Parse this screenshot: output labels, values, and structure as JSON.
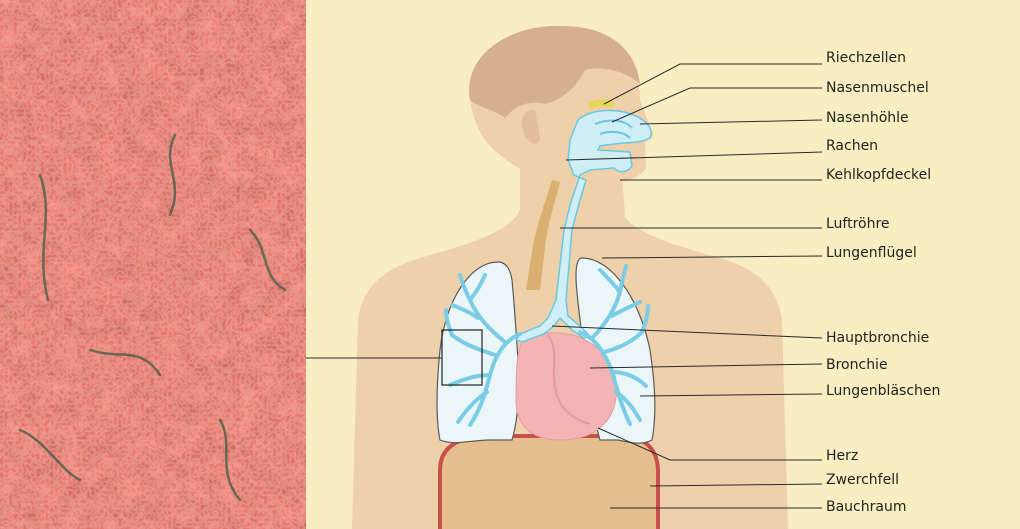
{
  "photo": {
    "subject": "lung-tissue-micrograph",
    "colors": {
      "base": "#c8453c",
      "highlight": "#e77a6e",
      "vessel": "#3d5d45"
    }
  },
  "illustration": {
    "background": "#f8eec2",
    "colors": {
      "skin": "#eed0ab",
      "skin_shadow": "#e2bf98",
      "hair": "#d6b08a",
      "airway": "#cfeef6",
      "airway_edge": "#6bc7e0",
      "lung": "#eaf6f8",
      "lung_outline": "#5a5a5a",
      "bronchi": "#7bcde6",
      "heart": "#f3b4b6",
      "heart_edge": "#e39ca0",
      "diaphragm": "#c9504a",
      "abdomen": "#e6bf8e",
      "esophagus": "#d9b070",
      "olfactory": "#e8d65a"
    },
    "labels": [
      {
        "id": "riechzellen",
        "text": "Riechzellen"
      },
      {
        "id": "nasenmuschel",
        "text": "Nasenmuschel"
      },
      {
        "id": "nasenhoehle",
        "text": "Nasenhöhle"
      },
      {
        "id": "rachen",
        "text": "Rachen"
      },
      {
        "id": "kehlkopfdeckel",
        "text": "Kehlkopfdeckel"
      },
      {
        "id": "luftroehre",
        "text": "Luftröhre"
      },
      {
        "id": "lungenfluegel",
        "text": "Lungenflügel"
      },
      {
        "id": "hauptbronchie",
        "text": "Hauptbronchie"
      },
      {
        "id": "bronchie",
        "text": "Bronchie"
      },
      {
        "id": "lungenblaeschen",
        "text": "Lungenbläschen"
      },
      {
        "id": "herz",
        "text": "Herz"
      },
      {
        "id": "zwerchfell",
        "text": "Zwerchfell"
      },
      {
        "id": "bauchraum",
        "text": "Bauchraum"
      }
    ]
  }
}
